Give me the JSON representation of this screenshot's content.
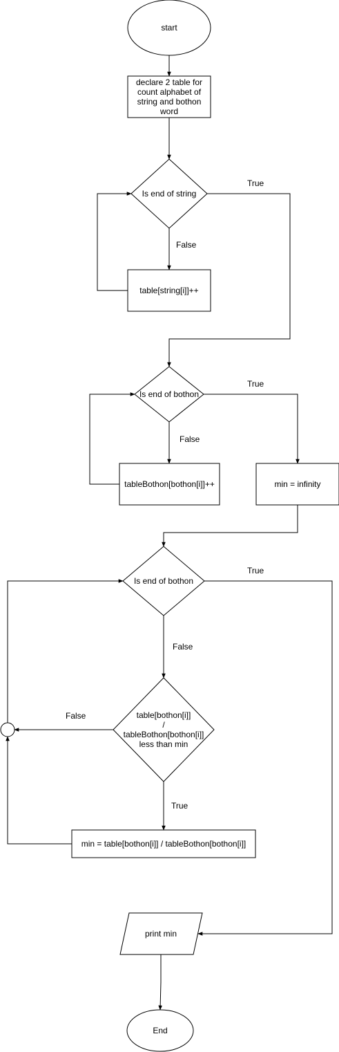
{
  "nodes": {
    "start": "start",
    "declare": "declare 2 table for\ncount alphabet of\nstring and bothon\nword",
    "is_end_string": "Is end of string",
    "table_inc": "table[string[i]]++",
    "is_end_bothon_1": "Is end of bothon",
    "table_bothon_inc": "tableBothon[bothon[i]]++",
    "min_infinity": "min = infinity",
    "is_end_bothon_2": "Is end of bothon",
    "compare": "table[bothon[i]]\n/\ntableBothon[bothon[i]]\nless than min",
    "min_assign": "min = table[bothon[i]] / tableBothon[bothon[i]]",
    "print_min": "print min",
    "end": "End"
  },
  "edge_labels": {
    "string_true": "True",
    "string_false": "False",
    "bothon1_true": "True",
    "bothon1_false": "False",
    "bothon2_true": "True",
    "bothon2_false": "False",
    "compare_false": "False",
    "compare_true": "True"
  }
}
